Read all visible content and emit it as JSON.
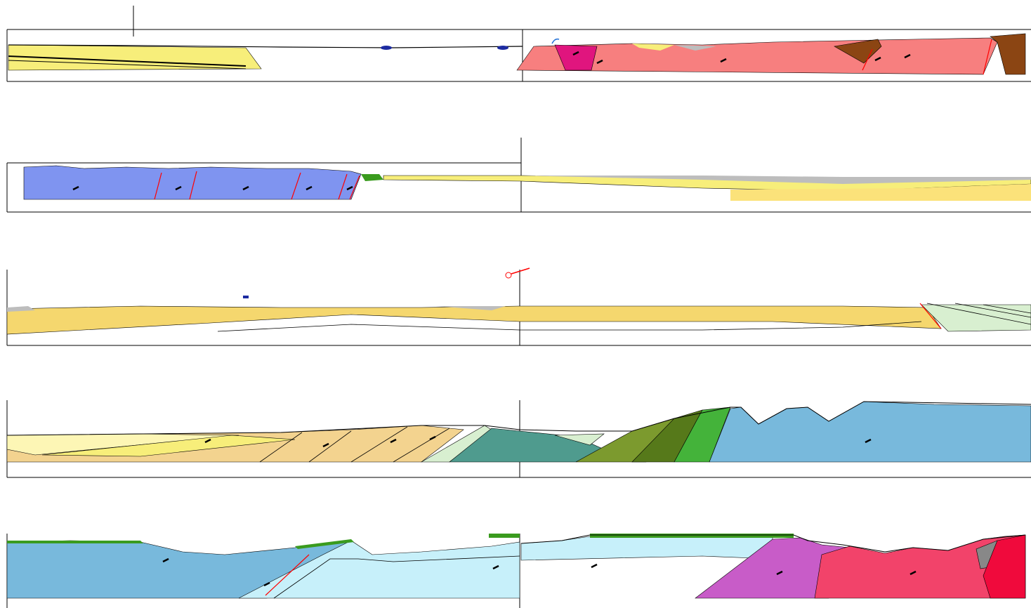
{
  "diagram": {
    "units": [
      {
        "name": "sand-yellow",
        "color": "#f7ee7a"
      },
      {
        "name": "pale-yellow",
        "color": "#fdf6b5"
      },
      {
        "name": "ochre",
        "color": "#f5d76e"
      },
      {
        "name": "tan",
        "color": "#f3d38f"
      },
      {
        "name": "light-gold",
        "color": "#fbe27a"
      },
      {
        "name": "salmon-granite",
        "color": "#f77f7f"
      },
      {
        "name": "magenta-intrusion",
        "color": "#e0157e"
      },
      {
        "name": "brown-fault-block",
        "color": "#8b4513"
      },
      {
        "name": "periwinkle-basement",
        "color": "#7f94f0"
      },
      {
        "name": "grey-alluvium",
        "color": "#bdbdbd"
      },
      {
        "name": "green-cover",
        "color": "#3a9b1e"
      },
      {
        "name": "teal-shale",
        "color": "#4f9b8e"
      },
      {
        "name": "sky-blue-basement",
        "color": "#78b9dc"
      },
      {
        "name": "light-cyan",
        "color": "#c7f0fa"
      },
      {
        "name": "mint",
        "color": "#d8efd0"
      },
      {
        "name": "olive-1",
        "color": "#7c9a2e"
      },
      {
        "name": "olive-2",
        "color": "#56791a"
      },
      {
        "name": "lime",
        "color": "#44b33a"
      },
      {
        "name": "violet",
        "color": "#c85cc8"
      },
      {
        "name": "crimson",
        "color": "#f2436a"
      },
      {
        "name": "red-fault",
        "color": "#ff0000"
      }
    ]
  }
}
